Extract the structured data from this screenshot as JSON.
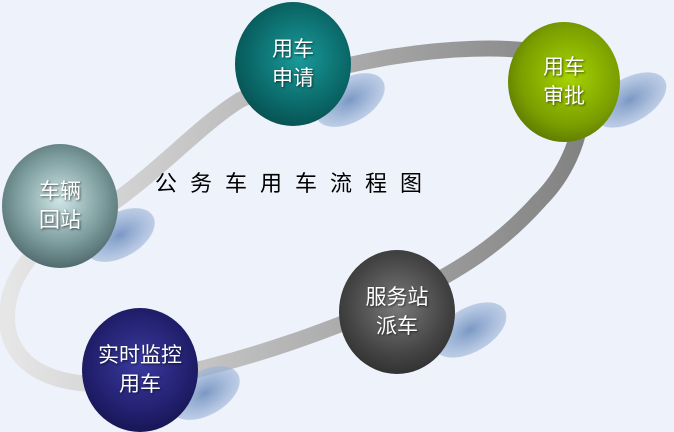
{
  "title": "公务车用车流程图",
  "steps": [
    {
      "line1": "用车",
      "line2": "申请",
      "color": "#0a6b6b"
    },
    {
      "line1": "用车",
      "line2": "审批",
      "color": "#7fa300"
    },
    {
      "line1": "服务站",
      "line2": "派车",
      "color": "#3c3c3c"
    },
    {
      "line1": "实时监控",
      "line2": "用车",
      "color": "#22206e"
    },
    {
      "line1": "车辆",
      "line2": "回站",
      "color": "#6e8e90"
    }
  ]
}
